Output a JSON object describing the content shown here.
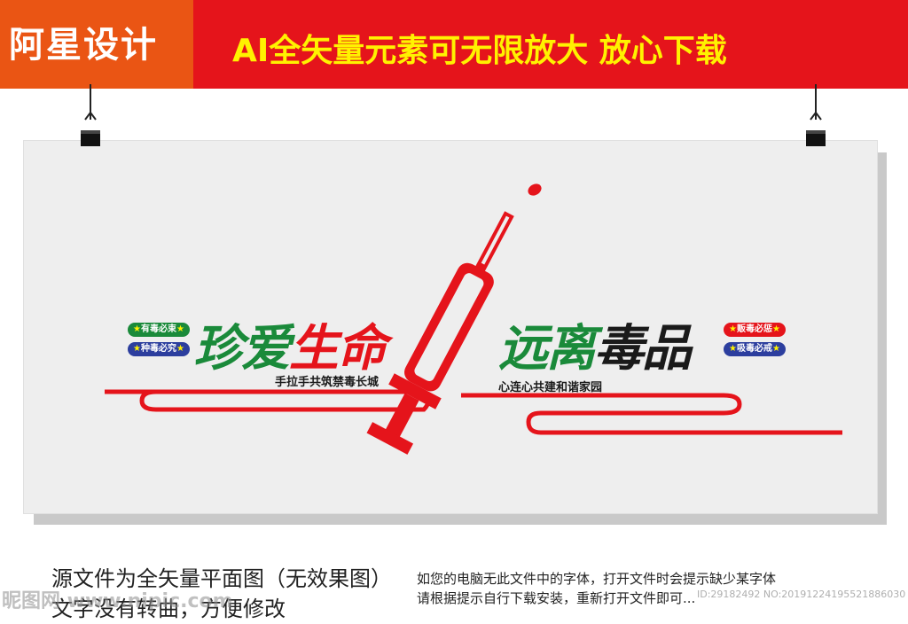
{
  "header": {
    "brand": "阿星设计",
    "slogan": "AI全矢量元素可无限放大 放心下载"
  },
  "board": {
    "pills_left": [
      "有毒必束",
      "种毒必究"
    ],
    "pills_right": [
      "贩毒必惩",
      "吸毒必戒"
    ],
    "title_left_part1": "珍爱",
    "title_left_part2": "生命",
    "title_right_part1": "远离",
    "title_right_part2": "毒品",
    "subtitle_left": "手拉手共筑禁毒长城",
    "subtitle_right": "心连心共建和谐家园"
  },
  "colors": {
    "brand_red": "#e5141b",
    "brand_orange": "#ea5514",
    "slogan_yellow": "#fff200",
    "green": "#1a8a3a",
    "blue": "#2c3e9e"
  },
  "footer": {
    "note_line1": "源文件为全矢量平面图（无效果图）",
    "note_line2": "文字没有转曲，方便修改",
    "hint_line1": "如您的电脑无此文件中的字体，打开文件时会提示缺少某字体",
    "hint_line2": "请根据提示自行下载安装，重新打开文件即可...",
    "watermark_left": "昵图网 www.nipic.com",
    "watermark_right": "ID:29182492 NO:20191224195521886030"
  }
}
